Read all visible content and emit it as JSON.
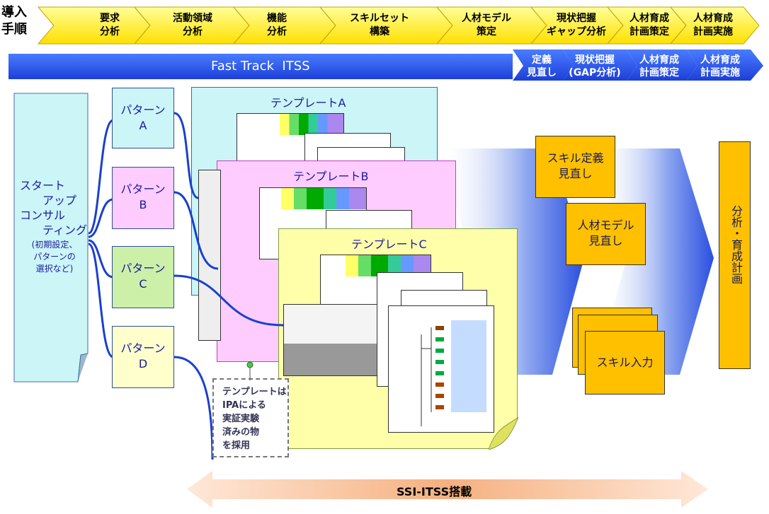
{
  "header": {
    "intro_label": "導入\n手順",
    "steps": [
      "要求\n分析",
      "活動領域\n分析",
      "機能\n分析",
      "スキルセット\n構築",
      "人材モデル\n策定",
      "現状把握\nギャップ分析",
      "人材育成\n計画策定",
      "人材育成\n計画実施"
    ]
  },
  "fast_track": {
    "label": "Fast Track  ITSS",
    "steps": [
      "定義\n見直し",
      "現状把握\n(GAP分析)",
      "人材育成\n計画策定",
      "人材育成\n計画実施"
    ]
  },
  "startup": {
    "title": "スタート\n　　アップ\nコンサル\n　　ティング",
    "note": "(初期設定、\nパターンの\n選択など)"
  },
  "patterns": [
    {
      "label": "パターン\nA",
      "color": "#ccf5f8"
    },
    {
      "label": "パターン\nB",
      "color": "#ffccff"
    },
    {
      "label": "パターン\nC",
      "color": "#ccf0a8"
    },
    {
      "label": "パターン\nD",
      "color": "#ffffcc"
    }
  ],
  "templates": [
    {
      "title": "テンプレートA",
      "color": "#ccf5f8"
    },
    {
      "title": "テンプレートB",
      "color": "#ffccff"
    },
    {
      "title": "テンプレートC",
      "color": "#ffffaa"
    }
  ],
  "callout": "テンプレートは\nIPAによる\n実証実験\n済みの物\nを採用",
  "boxes": {
    "skill_def": "スキル定義\n見直し",
    "hr_model": "人材モデル\n見直し",
    "skill_input": "スキル入力",
    "result": "分析・育成計画"
  },
  "ssi": "SSI-ITSS搭載"
}
